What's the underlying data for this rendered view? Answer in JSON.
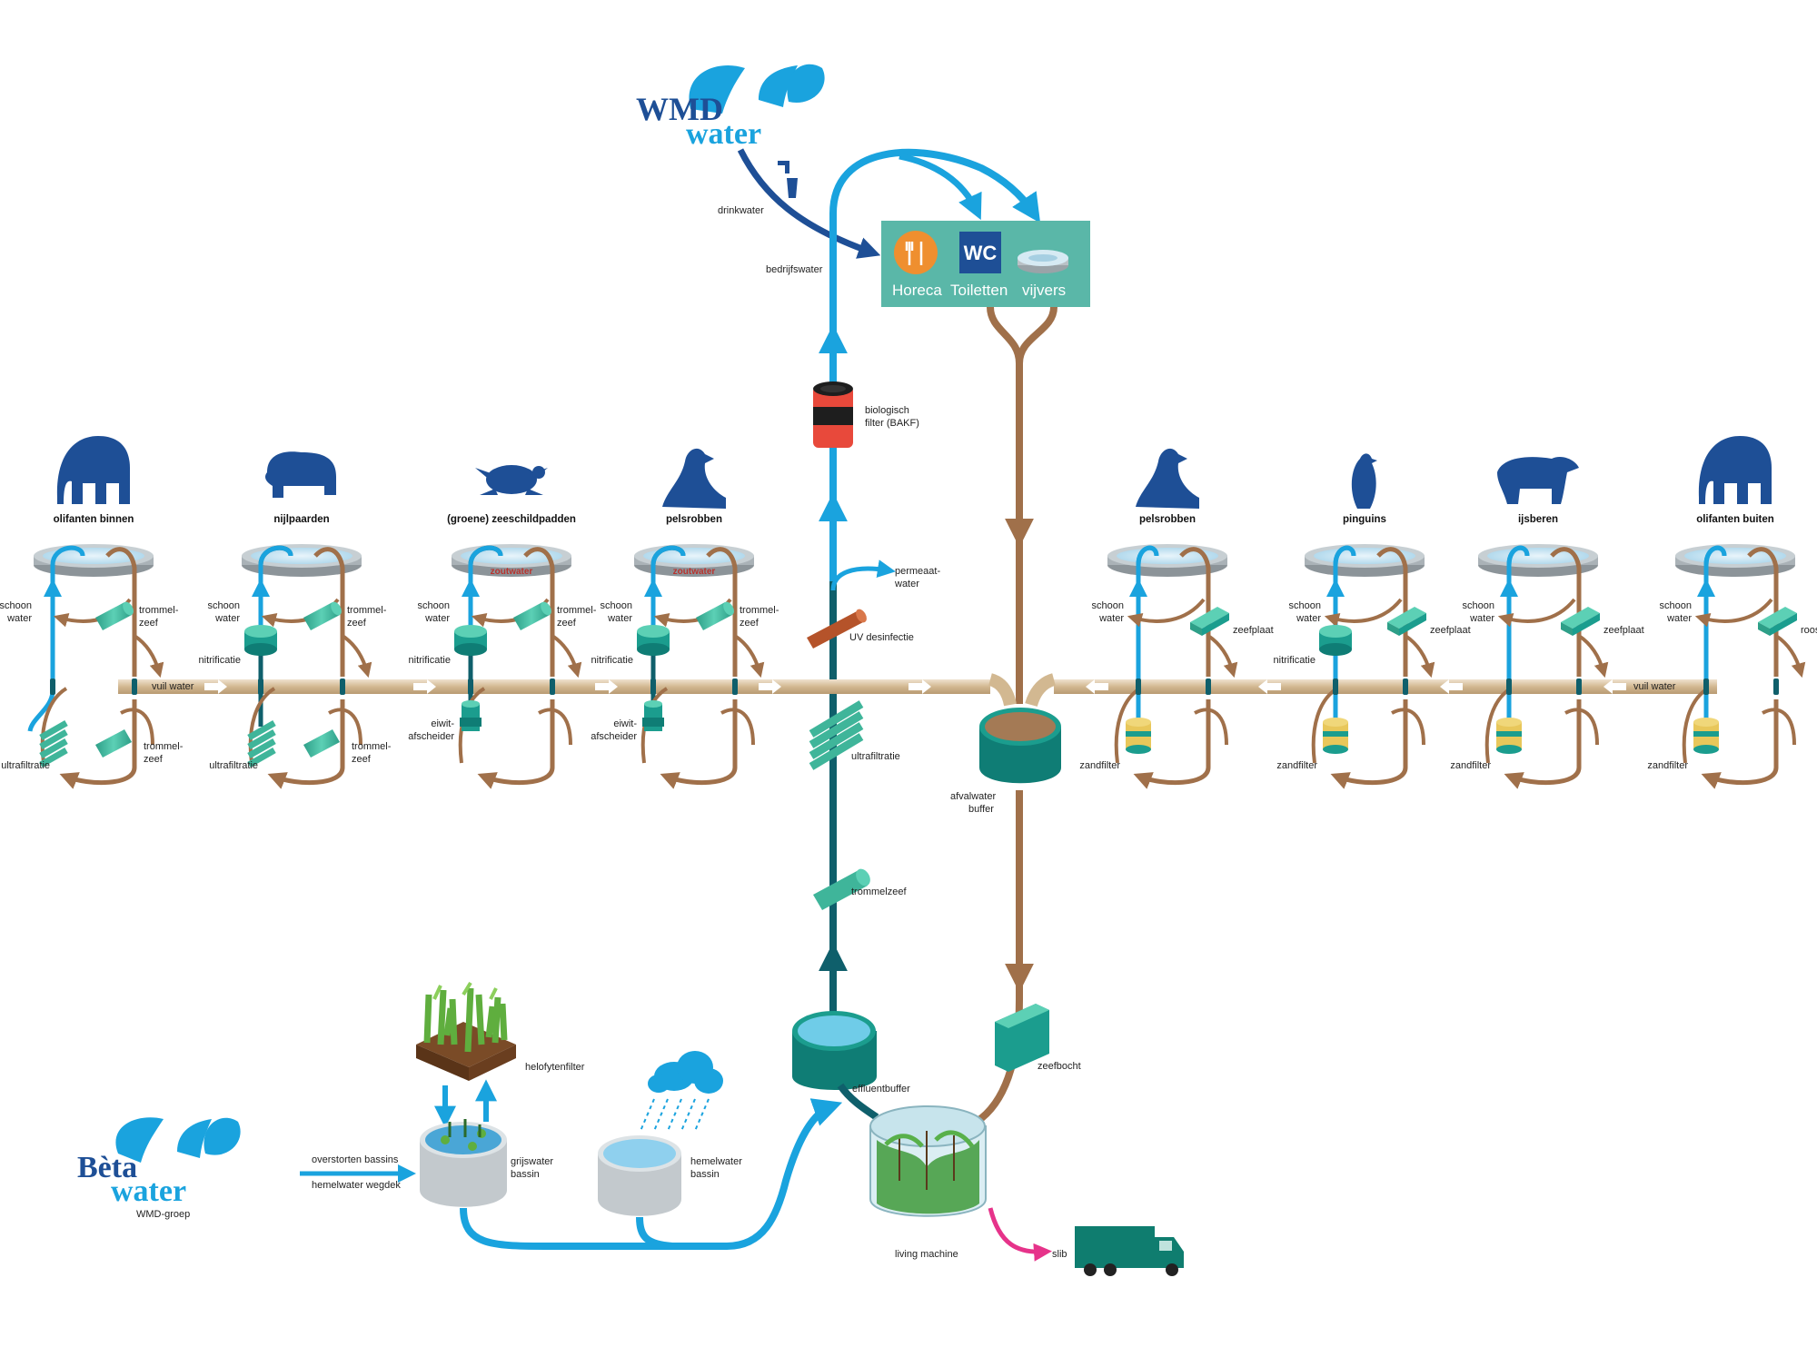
{
  "logos": {
    "wmd": {
      "line1": "WMD",
      "line2": "water"
    },
    "beta": {
      "line1": "Bèta",
      "line2": "water",
      "sub": "WMD-groep"
    }
  },
  "services": {
    "horeca": "Horeca",
    "wc_icon": "WC",
    "toiletten": "Toiletten",
    "vijvers": "vijvers"
  },
  "labels": {
    "drinkwater": "drinkwater",
    "bedrijfswater": "bedrijfswater",
    "bio_filter_1": "biologisch",
    "bio_filter_2": "filter (BAKF)",
    "permeaat_1": "permeaat-",
    "permeaat_2": "water",
    "uv": "UV desinfectie",
    "ultrafiltratie": "ultrafiltratie",
    "trommelzeef": "trommelzeef",
    "afvalwater_1": "afvalwater",
    "afvalwater_2": "buffer",
    "effluentbuffer": "effluentbuffer",
    "zeefbocht": "zeefbocht",
    "helofytenfilter": "helofytenfilter",
    "grijswater_1": "grijswater",
    "grijswater_2": "bassin",
    "hemelwater_1": "hemelwater",
    "hemelwater_2": "bassin",
    "overstorten": "overstorten bassins",
    "hemelwater_wegdek": "hemelwater wegdek",
    "living_machine": "living machine",
    "slib": "slib",
    "vuil_water": "vuil water"
  },
  "units": [
    {
      "name": "olifanten binnen",
      "salt": "",
      "inner": "trommel-",
      "inner2": "zeef",
      "mid": "",
      "low": "ultrafiltratie",
      "low2": "",
      "lowr": "trommel-",
      "lowr2": "zeef"
    },
    {
      "name": "nijlpaarden",
      "salt": "",
      "inner": "trommel-",
      "inner2": "zeef",
      "mid": "nitrificatie",
      "low": "ultrafiltratie",
      "low2": "",
      "lowr": "trommel-",
      "lowr2": "zeef"
    },
    {
      "name": "(groene) zeeschildpadden",
      "salt": "zoutwater",
      "inner": "trommel-",
      "inner2": "zeef",
      "mid": "nitrificatie",
      "low": "eiwit-",
      "low2": "afscheider",
      "lowr": "",
      "lowr2": ""
    },
    {
      "name": "pelsrobben",
      "salt": "zoutwater",
      "inner": "trommel-",
      "inner2": "zeef",
      "mid": "nitrificatie",
      "low": "eiwit-",
      "low2": "afscheider",
      "lowr": "",
      "lowr2": ""
    },
    {
      "name": "pelsrobben",
      "salt": "",
      "inner": "zeefplaat",
      "inner2": "",
      "mid": "",
      "low": "zandfilter",
      "low2": "",
      "lowr": "",
      "lowr2": ""
    },
    {
      "name": "pinguins",
      "salt": "",
      "inner": "zeefplaat",
      "inner2": "",
      "mid": "nitrificatie",
      "low": "zandfilter",
      "low2": "",
      "lowr": "",
      "lowr2": ""
    },
    {
      "name": "ijsberen",
      "salt": "",
      "inner": "zeefplaat",
      "inner2": "",
      "mid": "",
      "low": "zandfilter",
      "low2": "",
      "lowr": "",
      "lowr2": ""
    },
    {
      "name": "olifanten buiten",
      "salt": "",
      "inner": "rooster",
      "inner2": "",
      "mid": "",
      "low": "zandfilter",
      "low2": "",
      "lowr": "",
      "lowr2": ""
    }
  ],
  "schoon_1": "schoon",
  "schoon_2": "water",
  "colors": {
    "blue": "#1aa3de",
    "dark_teal": "#0f5f6b",
    "brown": "#a0704a",
    "teal": "#3fb59a",
    "navy": "#1e4f96",
    "pink": "#e6338a"
  }
}
